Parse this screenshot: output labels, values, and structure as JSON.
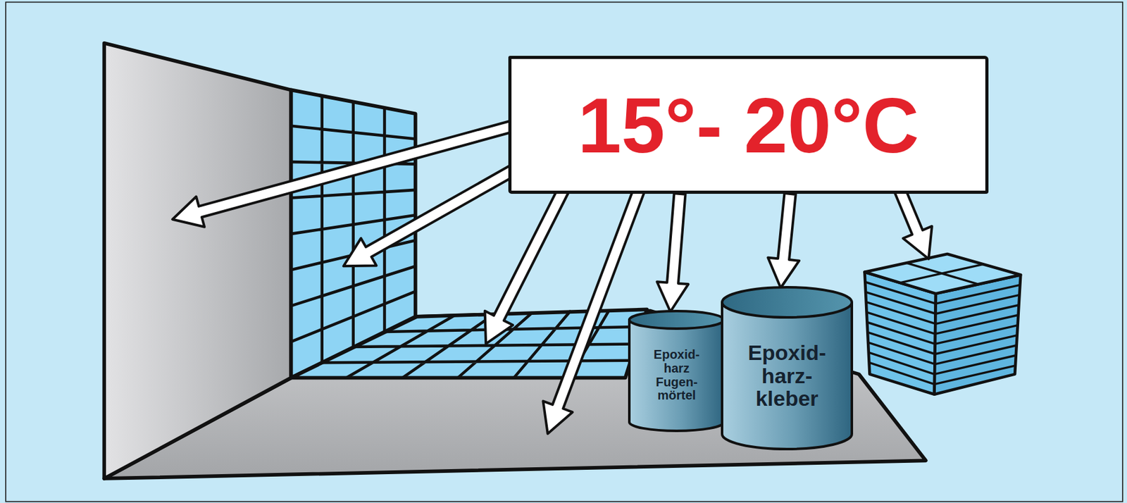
{
  "diagram": {
    "nodes": [
      {
        "text": [
          "15°- 20°C"
        ]
      },
      {
        "text": [
          "Epoxid- harz Fugen- mörtel"
        ]
      },
      {
        "text": [
          "Epoxid- harz- kleber"
        ]
      }
    ],
    "edges": [
      {
        "from": 0,
        "to": 1,
        "arrow": "to"
      },
      {
        "from": 0,
        "to": 2,
        "arrow": "to"
      }
    ]
  }
}
